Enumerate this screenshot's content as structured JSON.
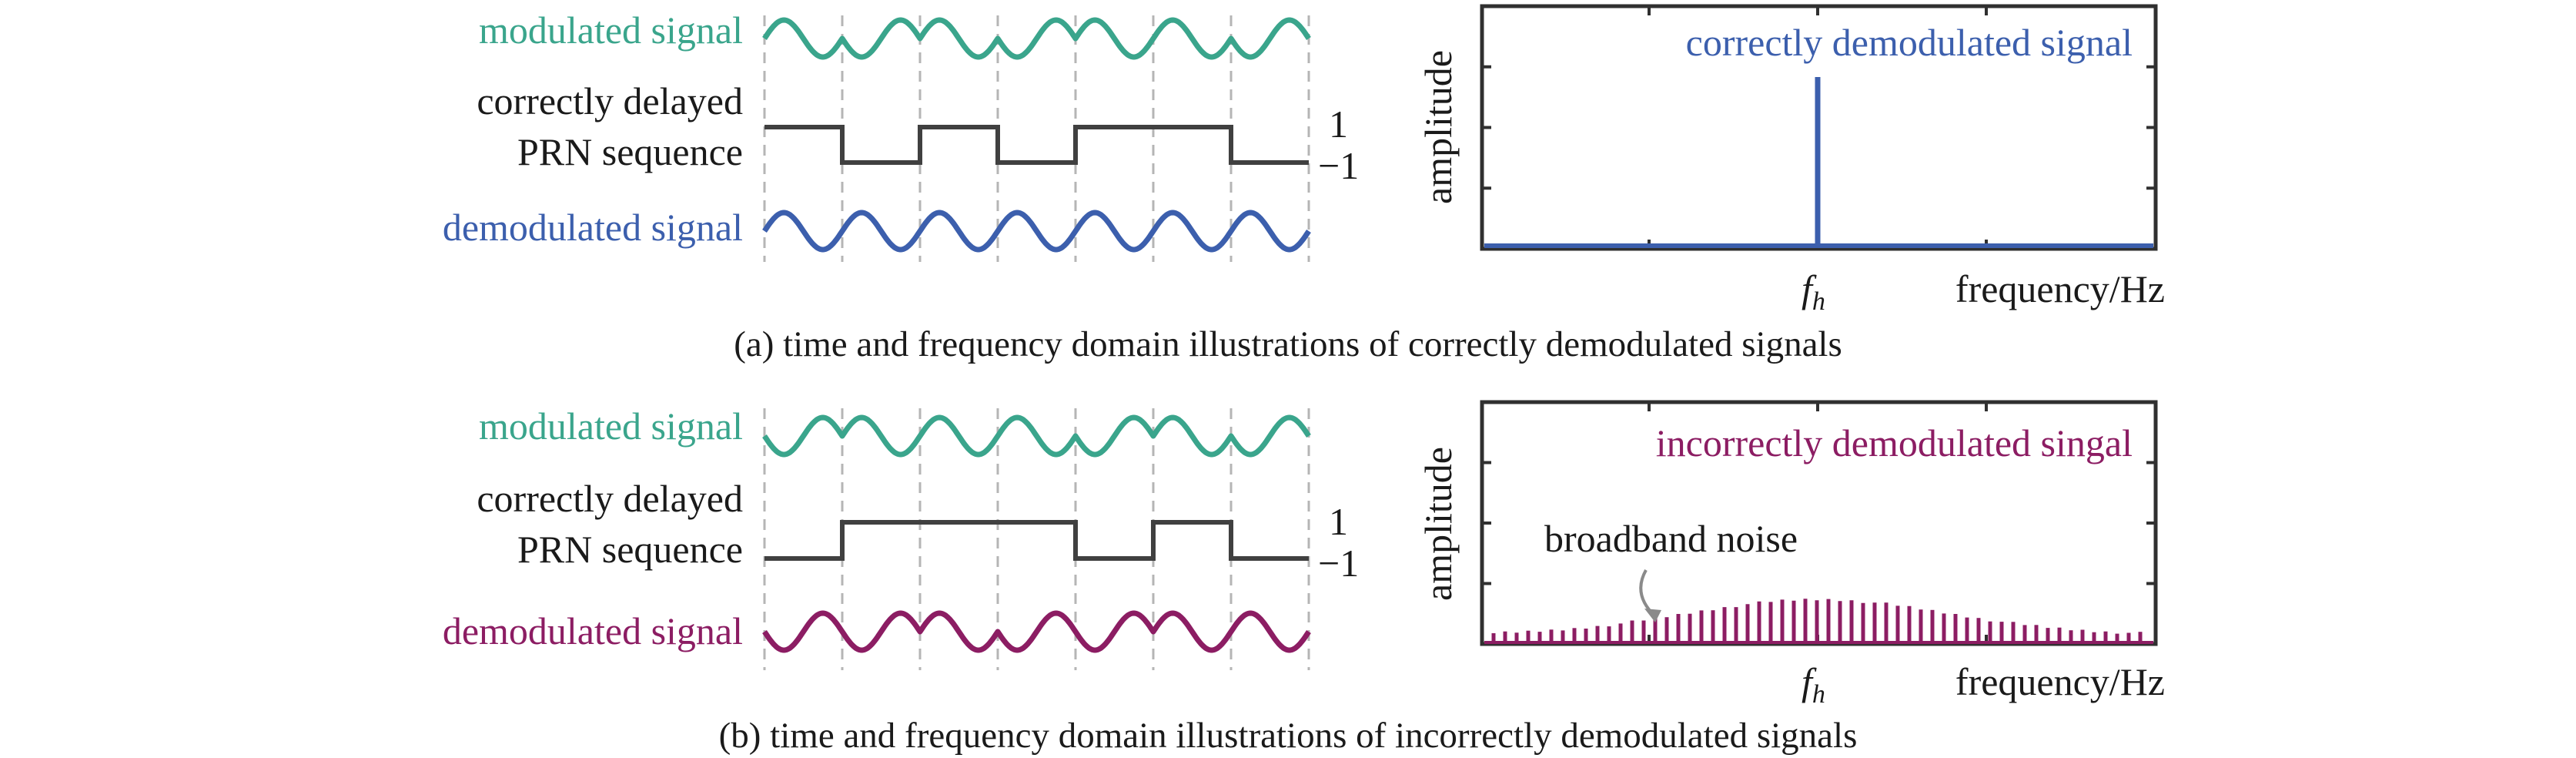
{
  "colors": {
    "modulated": "#3aa58c",
    "demodulated_correct": "#3c5fad",
    "demodulated_incorrect": "#8c1d63",
    "prn": "#404040",
    "axes": "#303030",
    "grid": "#b5b5b5",
    "noise_arrow": "#8a8a8a"
  },
  "panel_a": {
    "modulated_label": "modulated signal",
    "prn_label_line1": "correctly delayed",
    "prn_label_line2": "PRN sequence",
    "level_high": "1",
    "level_low": "−1",
    "demodulated_label": "demodulated signal",
    "prn_chips": [
      1,
      -1,
      1,
      -1,
      1,
      1,
      -1
    ],
    "spectrum": {
      "ylabel": "amplitude",
      "xlabel": "frequency/Hz",
      "fh_main": "f",
      "fh_sub": "h",
      "annotation": "correctly demodulated signal"
    },
    "caption": "(a) time and frequency domain illustrations of correctly demodulated signals"
  },
  "panel_b": {
    "modulated_label": "modulated signal",
    "prn_label_line1": "correctly delayed",
    "prn_label_line2": "PRN sequence",
    "level_high": "1",
    "level_low": "−1",
    "demodulated_label": "demodulated signal",
    "prn_chips": [
      -1,
      1,
      1,
      1,
      -1,
      1,
      -1
    ],
    "spectrum": {
      "ylabel": "amplitude",
      "xlabel": "frequency/Hz",
      "fh_main": "f",
      "fh_sub": "h",
      "annotation": "incorrectly demodulated singal",
      "noise_label": "broadband noise"
    },
    "caption": "(b) time and frequency domain illustrations of incorrectly demodulated signals"
  }
}
